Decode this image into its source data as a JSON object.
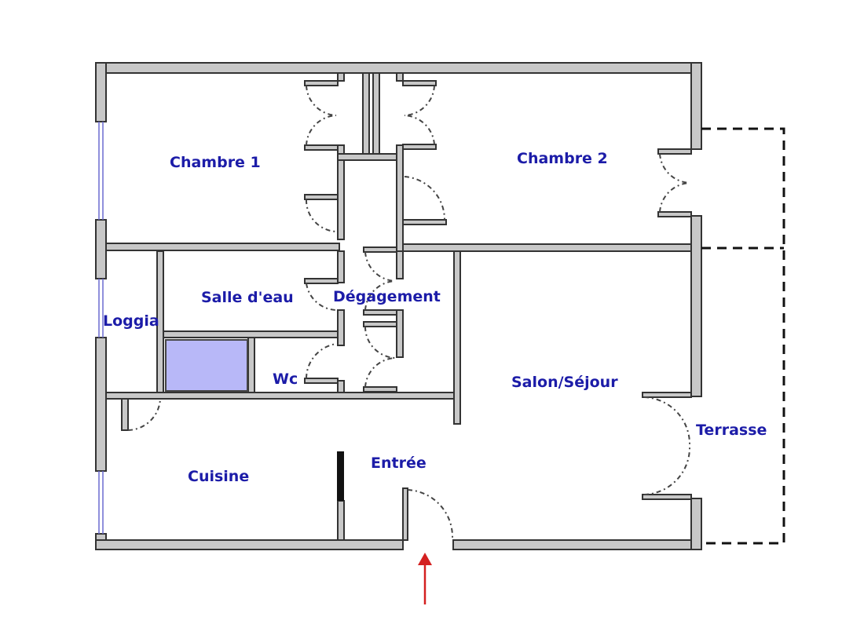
{
  "rooms": {
    "chambre1": "Chambre 1",
    "chambre2": "Chambre 2",
    "salle_eau": "Salle d'eau",
    "degagement": "Dégagement",
    "loggia": "Loggia",
    "wc": "Wc",
    "salon": "Salon/Séjour",
    "terrasse": "Terrasse",
    "cuisine": "Cuisine",
    "entree": "Entrée"
  },
  "colors": {
    "label": "#1c1ca8",
    "shower": "#b8b8f8",
    "entry_arrow": "#d42020"
  }
}
